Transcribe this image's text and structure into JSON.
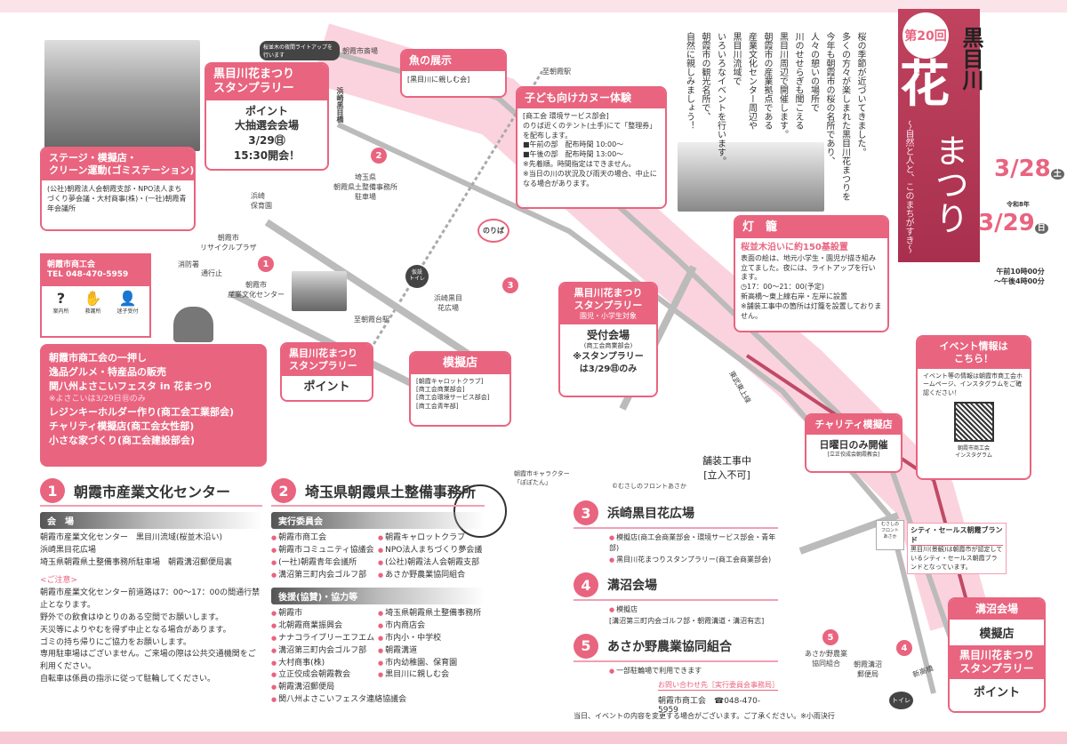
{
  "colors": {
    "accent": "#e9647f",
    "banner": "#b23a5a",
    "pale": "#fbe3ea"
  },
  "title": {
    "edition": "第20回",
    "name1": "黒目川",
    "name2": "花",
    "name3": "まつり",
    "subtitle": "〜自然と人と、このまちがすき〜",
    "date1": "3/28",
    "day1": "土",
    "era": "令和8年",
    "date2": "3/29",
    "day2": "日",
    "time": "午前10時00分\n〜午後4時00分"
  },
  "intro": [
    "桜の季節が近づいてきました。",
    "多くの方々が楽しまれた黒目川花まつりを",
    "今年も朝霞市の桜の名所であり、",
    "人々の憩いの場所で",
    "川のせせらぎも聞こえる",
    "黒目川周辺で開催します。",
    "朝霞市の産業拠点である",
    "産業文化センター周辺や",
    "黒目川流域で",
    "いろいろなイベントを行います。",
    "朝霞市の観光名所で、",
    "自然に親しみましょう！"
  ],
  "map_labels": {
    "lightup": "桜並木の夜間ライトアップを行います",
    "market": "朝霞市斎場",
    "bridge": "浜崎黒目橋",
    "to_asaka": "至朝霞駅",
    "to_asakadai": "至朝霞台駅",
    "saitama": "埼玉県\n朝霞県土整備事務所\n駐車場",
    "nursery": "浜崎\n保育園",
    "recycle": "朝霞市\nリサイクルプラザ",
    "fire": "消防署",
    "closed": "通行止",
    "center": "朝霞市\n産業文化センター",
    "plaza": "浜崎黒目\n花広場",
    "noriba": "のりば",
    "toilet": "トイレ",
    "toilet_temp": "仮設\nトイレ",
    "tojo": "東武東上線",
    "construction": "舗装工事中\n[立入不可]",
    "mascot": "朝霞市キャラクター\n「ぽぽたん」",
    "copyright": "©むさしのフロントあさか",
    "ja": "あさか野農業\n協同組合",
    "post": "朝霞溝沼\n郵便局",
    "shintaka": "新高橋"
  },
  "stamp1": {
    "title": "黒目川花まつり\nスタンプラリー",
    "body": "ポイント\n大抽選会会場\n3/29㊐\n15:30開会！"
  },
  "stage": {
    "title": "ステージ・模擬店・\nクリーン運動(ゴミステーション)",
    "body": "(公社)朝霞法人会朝霞支部・NPO法人まちづくり夢会議・大村商事(株)・(一社)朝霞青年会議所"
  },
  "fish": {
    "title": "魚の展示",
    "body": "[黒目川に親しむ会]"
  },
  "canoe": {
    "title": "子ども向けカヌー体験",
    "lines": [
      "[商工会 環境サービス部会]",
      "のりば近くのテント(土手)にて「整理券」を配布します。",
      "■午前の部　配布時間 10:00〜",
      "■午後の部　配布時間 13:00〜",
      "※先着順。時間指定はできません。",
      "※当日の川の状況及び雨天の場合、中止になる場合があります。"
    ]
  },
  "lantern": {
    "title": "灯　籠",
    "sub": "桜並木沿いに約150基設置",
    "lines": [
      "表面の絵は、地元小学生・園児が描き組み立てました。夜には、ライトアップを行います。",
      "◷17：00〜21：00(予定)",
      "新高橋〜東上線右岸・左岸に設置",
      "※舗装工事中の箇所は灯籠を設置しておりません。"
    ]
  },
  "shokokai": {
    "title": "朝霞市商工会\nTEL 048-470-5959",
    "icons": [
      {
        "icon": "question-icon",
        "label": "案内所"
      },
      {
        "icon": "first-aid-icon",
        "label": "救護所"
      },
      {
        "icon": "lost-child-icon",
        "label": "迷子受付"
      }
    ]
  },
  "promo": {
    "lines": [
      "朝霞市商工会の一押し",
      "逸品グルメ・特産品の販売",
      "関八州よさこいフェスタ in 花まつり"
    ],
    "note": "※よさこいは3/29日㊐のみ",
    "lines2": [
      "レジンキーホルダー作り(商工会工業部会)",
      "チャリティ模擬店(商工会女性部)",
      "小さな家づくり(商工会建設部会)"
    ]
  },
  "stamp2": {
    "title": "黒目川花まつり\nスタンプラリー",
    "body": "ポイント"
  },
  "mogiten": {
    "title": "模擬店",
    "body": "[朝霞キャロットクラブ]\n[商工会商業部会]\n[商工会環境サービス部会]\n[商工会青年部]"
  },
  "stamp3": {
    "title": "黒目川花まつり\nスタンプラリー",
    "sub": "園児・小学生対象",
    "body": "受付会場",
    "small": "(商工会商業部会)",
    "note": "※スタンプラリー\nは3/29㊐のみ"
  },
  "event_info": {
    "title": "イベント情報は\nこちら！",
    "body": "イベント等の情報は朝霞市商工会ホームページ、インスタグラムをご確認ください！",
    "qr_label": "朝霞市商工会\nインスタグラム"
  },
  "charity": {
    "title": "チャリティ模擬店",
    "body": "日曜日のみ開催",
    "small": "[立正佼成会朝霞教会]"
  },
  "section1": {
    "num": "1",
    "title": "朝霞市産業文化センター",
    "venue_head": "会　場",
    "venues": [
      "朝霞市産業文化センター　黒目川流域(桜並木沿い)",
      "浜崎黒目花広場",
      "埼玉県朝霞県土整備事務所駐車場　朝霞溝沼郵便局裏"
    ],
    "notice_head": "<ご注意>",
    "notices": [
      "朝霞市産業文化センター前道路は7：00〜17：00の間通行禁止となります。",
      "野外での飲食はゆとりのある空間でお願いします。",
      "天災等によりやむを得ず中止となる場合があります。",
      "ゴミの持ち帰りにご協力をお願いします。",
      "専用駐車場はございません。ご来場の際は公共交通機関をご利用ください。",
      "自転車は係員の指示に従って駐輪してください。"
    ]
  },
  "section2": {
    "num": "2",
    "title": "埼玉県朝霞県土整備事務所",
    "committee_head": "実行委員会",
    "committee": [
      "朝霞市商工会",
      "朝霞キャロットクラブ",
      "朝霞市コミュニティ協議会",
      "NPO法人まちづくり夢会議",
      "(一社)朝霞青年会議所",
      "(公社)朝霞法人会朝霞支部",
      "溝沼第三町内会ゴルフ部",
      "あさか野農業協同組合"
    ],
    "support_head": "後援(協賛)・協力等",
    "support": [
      "朝霞市",
      "埼玉県朝霞県土整備事務所",
      "北朝霞商業振興会",
      "市内商店会",
      "ナナコライブリーエフエム",
      "市内小・中学校",
      "溝沼第三町内会ゴルフ部",
      "朝霞溝道",
      "大村商事(株)",
      "市内幼稚園、保育園",
      "立正佼成会朝霞教会",
      "黒目川に親しむ会",
      "朝霞溝沼郵便局",
      "関八州よさこいフェスタ連絡協議会"
    ]
  },
  "section3": {
    "num": "3",
    "title": "浜崎黒目花広場",
    "items": [
      "模擬店(商工会商業部会・環境サービス部会・青年部)",
      "黒目川花まつりスタンプラリー(商工会商業部会)"
    ]
  },
  "section4": {
    "num": "4",
    "title": "溝沼会場",
    "items": [
      "模擬店",
      "[溝沼第三町内会ゴルフ部・朝霞溝道・溝沼有志]"
    ]
  },
  "section5": {
    "num": "5",
    "title": "あさか野農業協同組合",
    "items": [
      "一部駐輪場で利用できます"
    ]
  },
  "contact": {
    "head": "お問い合わせ先［実行委員会事務局］",
    "body": "朝霞市商工会　☎048-470-5959"
  },
  "footer": "当日、イベントの内容を変更する場合がございます。ご了承ください。※小雨決行",
  "city_sales": {
    "logo": "むさしの\nフロント\nあさか",
    "title": "シティ・セールス朝霞ブランド",
    "body": "黒目川(景観)は朝霞市が認定しているシティ・セールス朝霞ブランドとなっています。"
  },
  "mizonuma": {
    "title": "溝沼会場",
    "body1": "模擬店",
    "title2": "黒目川花まつり\nスタンプラリー",
    "body2": "ポイント"
  }
}
